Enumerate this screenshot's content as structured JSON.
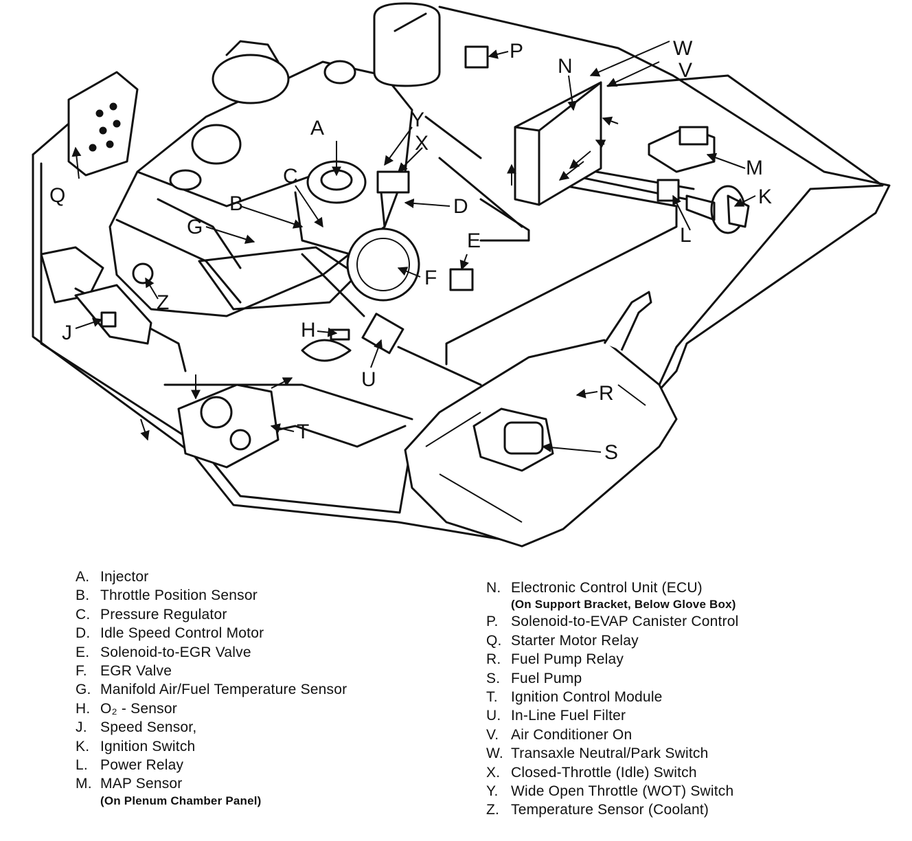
{
  "diagram": {
    "callouts": [
      "A",
      "B",
      "C",
      "D",
      "E",
      "F",
      "G",
      "H",
      "J",
      "K",
      "L",
      "M",
      "N",
      "P",
      "Q",
      "R",
      "S",
      "T",
      "U",
      "V",
      "W",
      "X",
      "Y",
      "Z"
    ]
  },
  "legend": {
    "left": [
      {
        "key": "A.",
        "text": "Injector"
      },
      {
        "key": "B.",
        "text": "Throttle Position Sensor"
      },
      {
        "key": "C.",
        "text": "Pressure Regulator"
      },
      {
        "key": "D.",
        "text": "Idle Speed Control Motor"
      },
      {
        "key": "E.",
        "text": "Solenoid-to-EGR Valve"
      },
      {
        "key": "F.",
        "text": "EGR Valve"
      },
      {
        "key": "G.",
        "text": "Manifold Air/Fuel Temperature Sensor"
      },
      {
        "key": "H.",
        "text": "O₂ - Sensor"
      },
      {
        "key": "J.",
        "text": "Speed Sensor,"
      },
      {
        "key": "K.",
        "text": "Ignition Switch"
      },
      {
        "key": "L.",
        "text": "Power Relay"
      },
      {
        "key": "M.",
        "text": "MAP Sensor",
        "note": "(On Plenum Chamber Panel)"
      }
    ],
    "right": [
      {
        "key": "N.",
        "text": "Electronic Control Unit (ECU)",
        "note": "(On Support Bracket, Below Glove Box)"
      },
      {
        "key": "P.",
        "text": "Solenoid-to-EVAP Canister Control"
      },
      {
        "key": "Q.",
        "text": "Starter Motor Relay"
      },
      {
        "key": "R.",
        "text": "Fuel Pump Relay"
      },
      {
        "key": "S.",
        "text": "Fuel Pump"
      },
      {
        "key": "T.",
        "text": "Ignition Control Module"
      },
      {
        "key": "U.",
        "text": "In-Line Fuel Filter"
      },
      {
        "key": "V.",
        "text": "Air Conditioner On"
      },
      {
        "key": "W.",
        "text": "Transaxle Neutral/Park Switch"
      },
      {
        "key": "X.",
        "text": "Closed-Throttle (Idle) Switch"
      },
      {
        "key": "Y.",
        "text": "Wide Open Throttle (WOT) Switch"
      },
      {
        "key": "Z.",
        "text": "Temperature Sensor (Coolant)"
      }
    ]
  }
}
